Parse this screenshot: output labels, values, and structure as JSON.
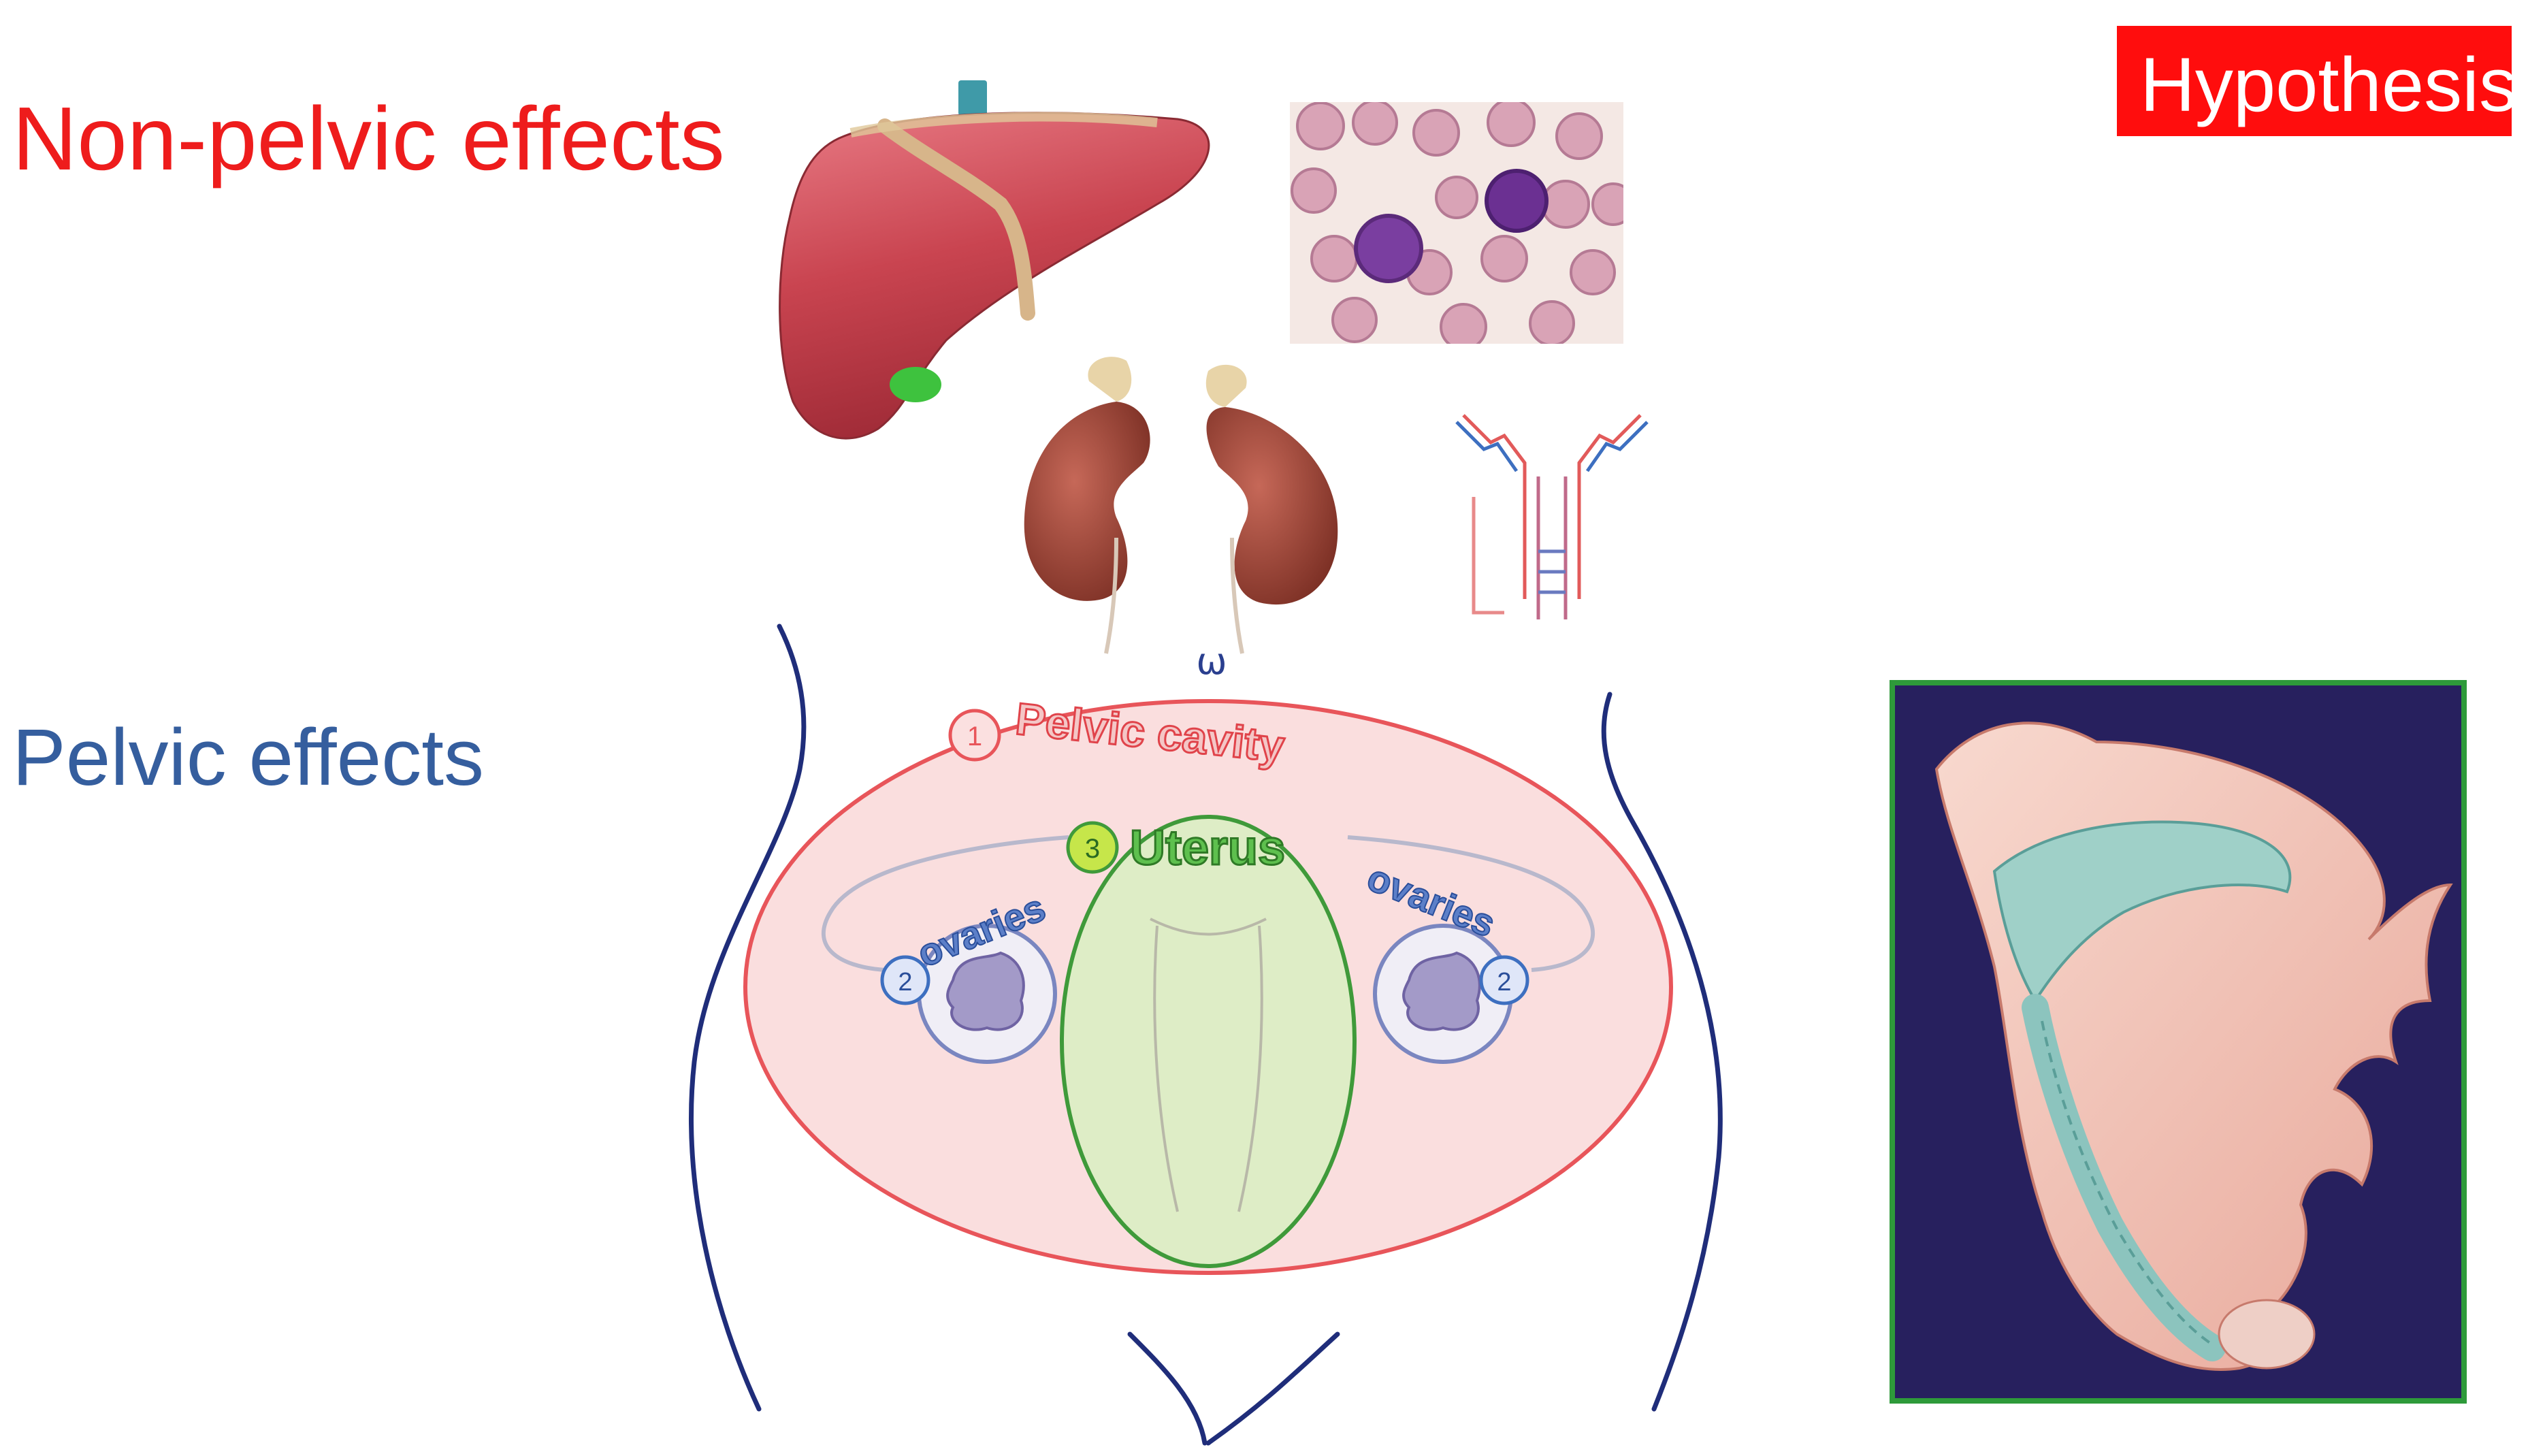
{
  "labels": {
    "non_pelvic": "Non-pelvic effects",
    "pelvic": "Pelvic effects",
    "hypothesis": "Hypothesis"
  },
  "diagram": {
    "top_mark": "ω",
    "pelvic_cavity": {
      "number": "1",
      "label": "Pelvic cavity"
    },
    "ovary_left": {
      "number": "2",
      "label": "ovaries"
    },
    "ovary_right": {
      "number": "2",
      "label": "ovaries"
    },
    "uterus": {
      "number": "3",
      "label": "Uterus"
    }
  },
  "colors": {
    "non_pelvic": "#ee1c1c",
    "pelvic": "#355e9e",
    "badge": "#ff0d0d",
    "cavity_outline": "#e8555a",
    "uterus_outline": "#3f9a3a",
    "ovary_outline": "#7a86c0",
    "body_outline": "#1f2d7a",
    "section_background": "#27205e"
  },
  "icons": [
    "liver-illustration",
    "blood-smear-image",
    "kidneys-illustration",
    "airway-diagram",
    "uterus-section-illustration"
  ]
}
